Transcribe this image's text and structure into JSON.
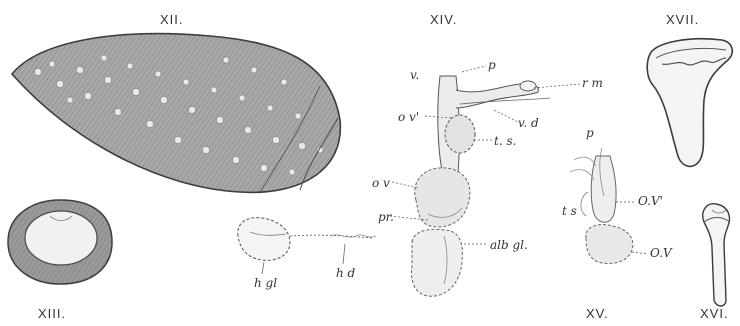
{
  "figures": {
    "fig12": "XII.",
    "fig13": "XIII.",
    "fig14": "XIV.",
    "fig15": "XV.",
    "fig16": "XVI.",
    "fig17": "XVII."
  },
  "labels": {
    "fig14_v": "v.",
    "fig14_p": "p",
    "fig14_rm": "r m",
    "fig14_ov_prime": "o v'",
    "fig14_vd": "v. d",
    "fig14_ts": "t. s.",
    "fig14_ov": "o v",
    "fig14_pr": "pr.",
    "fig14_albgl": "alb gl.",
    "fig13_hgl": "h gl",
    "fig13_hd": "h d",
    "fig15_p": "p",
    "fig15_ts": "t s",
    "fig15_ov_prime": "O.V'",
    "fig15_ov": "O.V"
  },
  "colors": {
    "ink": "#333333",
    "tissue": "#e6e6e6",
    "mantle": "#9a9a9a"
  }
}
